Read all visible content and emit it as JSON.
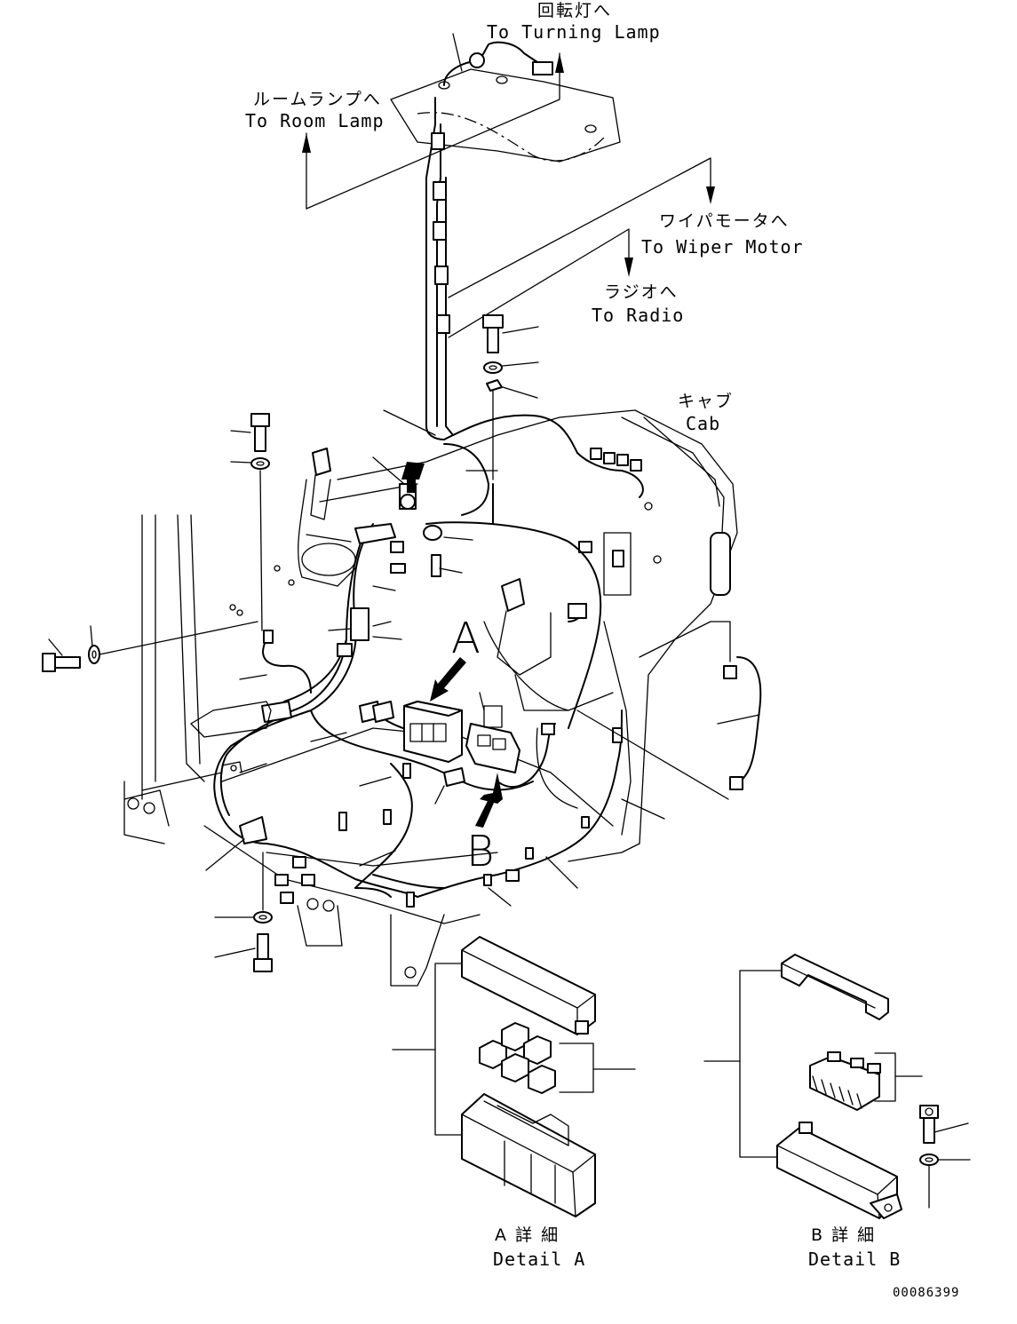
{
  "labels": {
    "turning_lamp_jp": "回転灯へ",
    "turning_lamp_en": "To Turning Lamp",
    "room_lamp_jp": "ルームランプへ",
    "room_lamp_en": "To Room Lamp",
    "wiper_motor_jp": "ワイパモータへ",
    "wiper_motor_en": "To Wiper Motor",
    "radio_jp": "ラジオへ",
    "radio_en": "To Radio",
    "cab_jp": "キャブ",
    "cab_en": "Cab",
    "view_a": "A",
    "view_b": "B",
    "detail_a_jp": "A 詳 細",
    "detail_a_en": "Detail A",
    "detail_b_jp": "B 詳 細",
    "detail_b_en": "Detail B",
    "drawing_number": "00086399"
  },
  "colors": {
    "line": "#000000",
    "background": "#ffffff"
  }
}
